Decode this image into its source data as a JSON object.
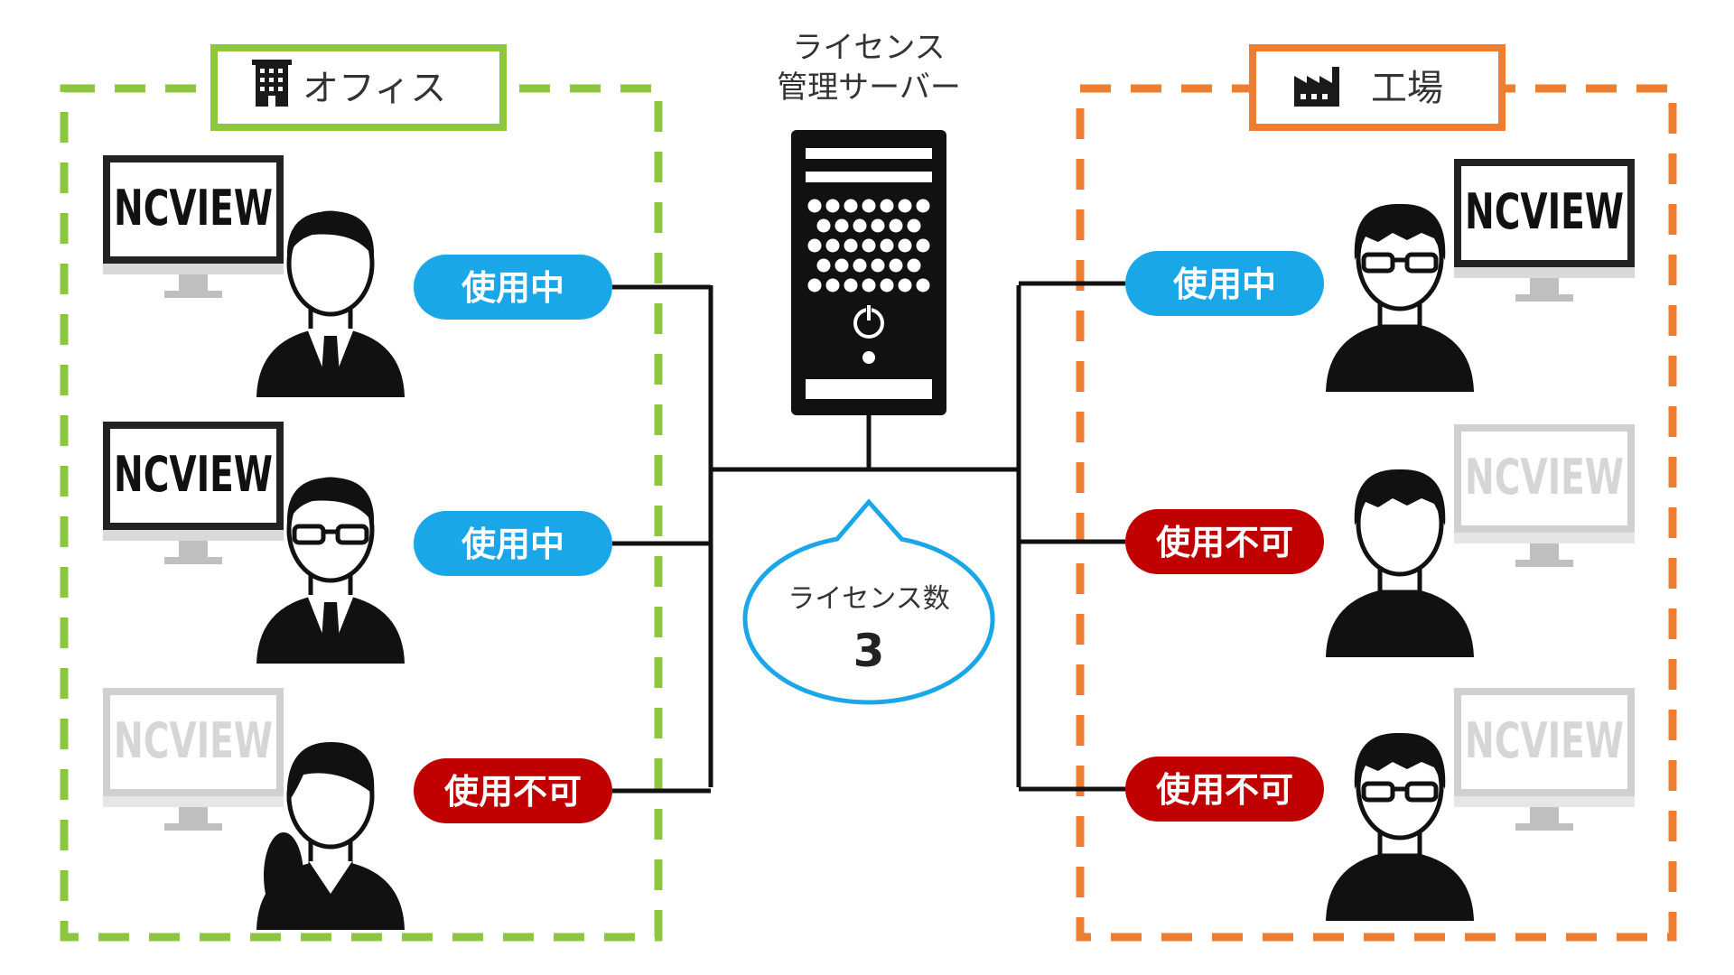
{
  "server": {
    "label_line1": "ライセンス",
    "label_line2": "管理サーバー"
  },
  "license_bubble": {
    "label": "ライセンス数",
    "count": "3",
    "border_color": "#1aa7e8"
  },
  "zones": {
    "office": {
      "title": "オフィス",
      "icon": "building-icon",
      "color": "#8dc63f"
    },
    "factory": {
      "title": "工場",
      "icon": "factory-icon",
      "color": "#ed7d31"
    }
  },
  "status_colors": {
    "in_use": "#1aa7e8",
    "unavailable": "#c00000"
  },
  "office_users": [
    {
      "monitor_text": "NCVIEW",
      "monitor_active": true,
      "avatar": "businessman-avatar",
      "status": "使用中",
      "status_type": "in_use"
    },
    {
      "monitor_text": "NCVIEW",
      "monitor_active": true,
      "avatar": "businessman-glasses-avatar",
      "status": "使用中",
      "status_type": "in_use"
    },
    {
      "monitor_text": "NCVIEW",
      "monitor_active": false,
      "avatar": "businesswoman-avatar",
      "status": "使用不可",
      "status_type": "unavailable"
    }
  ],
  "factory_users": [
    {
      "monitor_text": "NCVIEW",
      "monitor_active": true,
      "avatar": "worker-glasses-avatar",
      "status": "使用中",
      "status_type": "in_use"
    },
    {
      "monitor_text": "NCVIEW",
      "monitor_active": false,
      "avatar": "worker-avatar",
      "status": "使用不可",
      "status_type": "unavailable"
    },
    {
      "monitor_text": "NCVIEW",
      "monitor_active": false,
      "avatar": "worker-glasses-avatar",
      "status": "使用不可",
      "status_type": "unavailable"
    }
  ]
}
